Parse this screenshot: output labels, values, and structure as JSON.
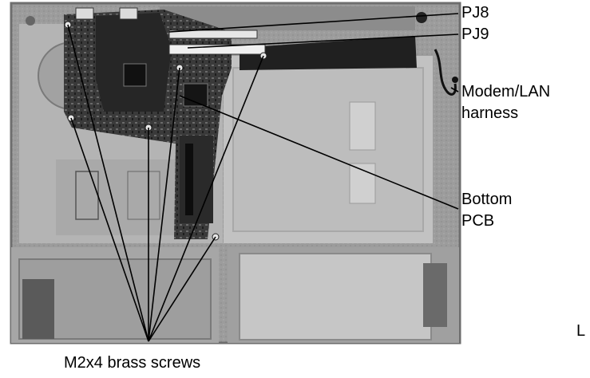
{
  "labels": {
    "pj8": "PJ8",
    "pj9": "PJ9",
    "modem_line1": "Modem/LAN",
    "modem_line2": "harness",
    "pcb_line1": "Bottom",
    "pcb_line2": "PCB",
    "screws": "M2x4 brass screws",
    "edge_letter": "L"
  },
  "colors": {
    "background": "#ffffff",
    "photo_mid": "#9a9a9a",
    "board": "#2e2e2e",
    "leader_line": "#000000"
  }
}
